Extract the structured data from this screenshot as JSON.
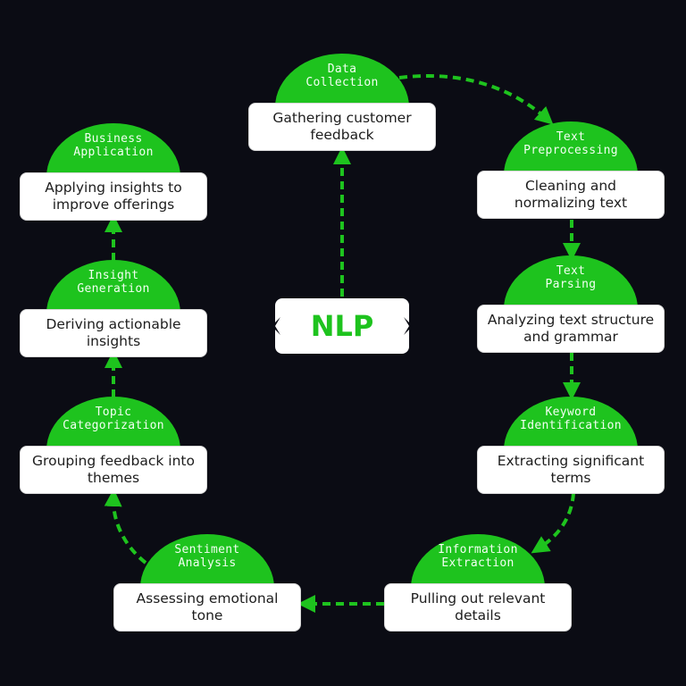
{
  "colors": {
    "accent": "#1ec31e",
    "background": "#0b0c14",
    "box": "#ffffff",
    "text": "#1d1d1d"
  },
  "center": {
    "label": "NLP"
  },
  "steps": [
    {
      "title": "Data\nCollection",
      "description": "Gathering customer feedback"
    },
    {
      "title": "Text\nPreprocessing",
      "description": "Cleaning and normalizing text"
    },
    {
      "title": "Text\nParsing",
      "description": "Analyzing text structure and grammar"
    },
    {
      "title": "Keyword\nIdentification",
      "description": "Extracting significant terms"
    },
    {
      "title": "Information\nExtraction",
      "description": "Pulling out relevant details"
    },
    {
      "title": "Sentiment\nAnalysis",
      "description": "Assessing emotional tone"
    },
    {
      "title": "Topic\nCategorization",
      "description": "Grouping feedback into themes"
    },
    {
      "title": "Insight\nGeneration",
      "description": "Deriving actionable insights"
    },
    {
      "title": "Business\nApplication",
      "description": "Applying insights to improve offerings"
    }
  ]
}
